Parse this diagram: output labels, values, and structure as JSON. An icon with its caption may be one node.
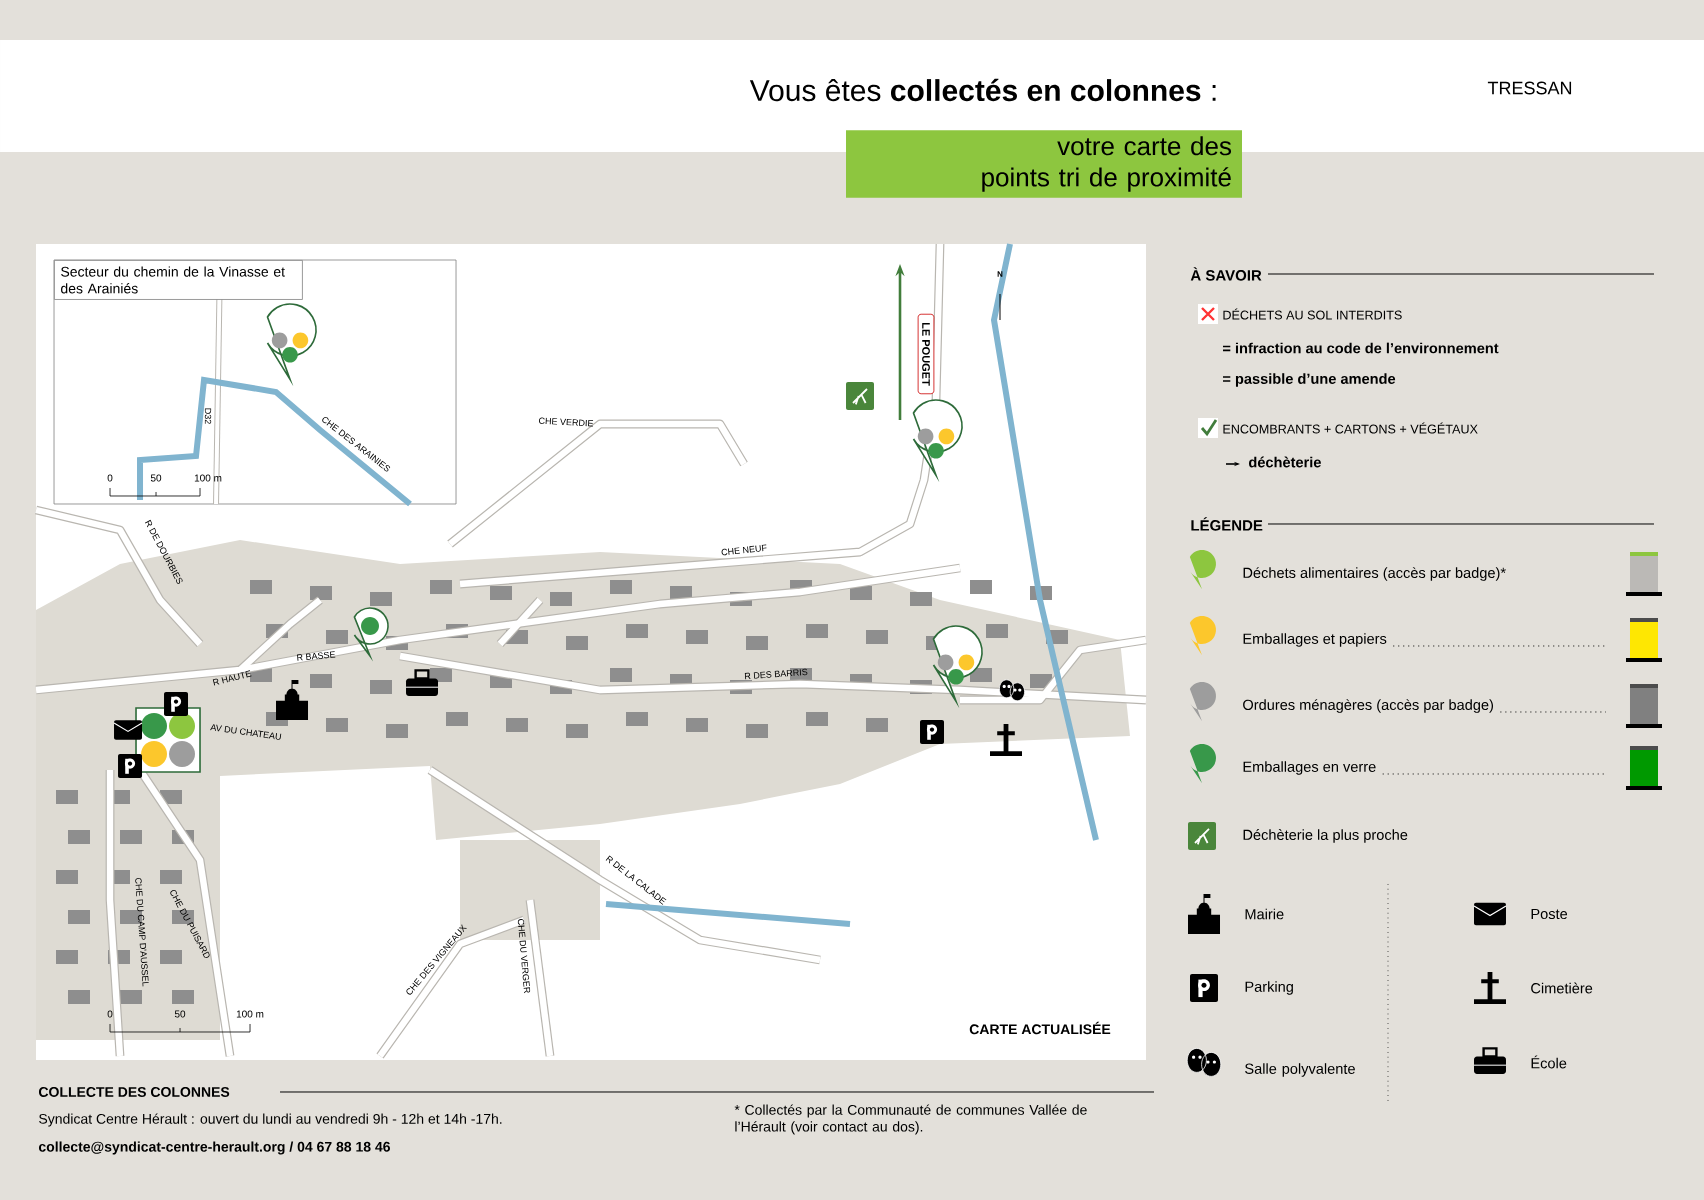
{
  "diagram": {
    "title": "Vous êtes **collectés en colonnes** :",
    "nodes": [
      {
        "text": [
          "votre carte des points tri de proximité"
        ]
      },
      {
        "text": [
          "Secteur du chemin de la Vinasse et des Arainiés"
        ]
      },
      {
        "text": [
          "LE POUGET"
        ]
      }
    ],
    "labels": [
      "TRESSAN",
      "D32",
      "CHE DES ARAINIES",
      "CHE VERDIE",
      "0",
      "50",
      "100 m",
      "R DE DOURBIES",
      "CHE NEUF",
      "R BASSE",
      "R HAUTE",
      "AV DU CHATEAU",
      "R DES BARRIS",
      "CHE DU PUISARD",
      "CHE DU CAMP D'AUSSEL",
      "CHE DES VIGNEAUX",
      "CHE DU VERGER",
      "R DE LA CALADE",
      "N",
      "0",
      "50",
      "100 m",
      "CARTE ACTUALISÉE",
      "À SAVOIR",
      "DÉCHETS AU SOL INTERDITS",
      "= infraction au code de l’environnement",
      "= passible d’une amende",
      "ENCOMBRANTS + CARTONS + VÉGÉTAUX",
      "déchèterie",
      "LÉGENDE",
      "COLLECTE DES COLONNES",
      "Syndicat Centre Hérault : ouvert du lundi au vendredi 9h - 12h et 14h -17h.",
      "collecte@syndicat-centre-herault.org / 04 67 88 18 46",
      "* Collectés par la Communauté de communes Vallée de l’Hérault (voir contact au dos)."
    ],
    "legend": [
      {
        "text": "Déchets alimentaires (accès par badge)*",
        "color": "#8dc63f"
      },
      {
        "text": "Emballages et papiers",
        "color": "#fcc72c"
      },
      {
        "text": "Ordures ménagères (accès par badge)",
        "color": "#9d9d9d"
      },
      {
        "text": "Emballages en verre",
        "color": "#38984a"
      },
      {
        "text": "Déchèterie la plus proche"
      },
      {
        "text": "Mairie"
      },
      {
        "text": "Poste"
      },
      {
        "text": "Parking"
      },
      {
        "text": "Cimetière"
      },
      {
        "text": "Salle polyvalente"
      },
      {
        "text": "École"
      }
    ]
  }
}
